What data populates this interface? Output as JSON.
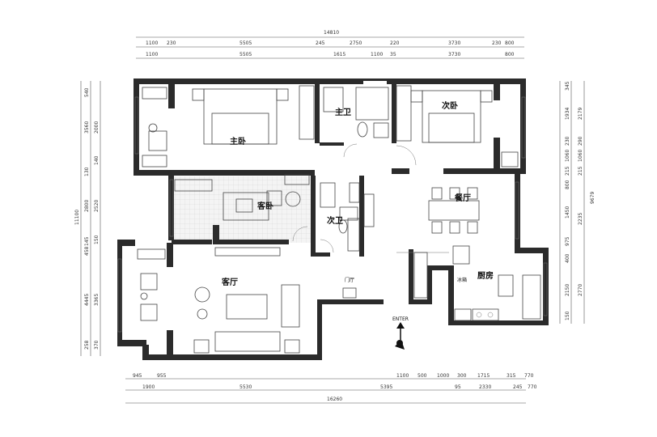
{
  "top_dims": {
    "total": "14810",
    "row1": [
      "1100",
      "230",
      "5505",
      "245",
      "2750",
      "220",
      "3730",
      "230",
      "800"
    ],
    "row2": [
      "1100",
      "5505",
      "1615",
      "1100",
      "35",
      "3730",
      "800"
    ]
  },
  "bottom_dims": {
    "row1": [
      "945",
      "955",
      "1100",
      "500",
      "1000",
      "300",
      "1715",
      "315",
      "770"
    ],
    "row2": [
      "1900",
      "5530",
      "5395",
      "95",
      "2330",
      "245",
      "770"
    ],
    "total": "16260"
  },
  "left_dims": {
    "total": "11100",
    "inner": [
      "540",
      "3560",
      "130",
      "2800",
      "145",
      "458",
      "4445",
      "258"
    ],
    "outer": [
      "2000",
      "140",
      "2520",
      "150",
      "3365",
      "370"
    ]
  },
  "right_dims": {
    "total": "9679",
    "inner": [
      "345",
      "1934",
      "230",
      "1060",
      "215",
      "800",
      "1450",
      "975",
      "400",
      "2150",
      "150"
    ],
    "outer": [
      "2179",
      "290",
      "1060",
      "215",
      "2235",
      "2770"
    ]
  },
  "rooms": {
    "master_bedroom": "主卧",
    "master_bath": "主卫",
    "second_bedroom": "次卧",
    "guest_bedroom": "客卧",
    "second_bath": "次卫",
    "dining": "餐厅",
    "living": "客厅",
    "kitchen": "厨房",
    "foyer": "门厅",
    "enter": "ENTER",
    "fridge": "冰箱"
  },
  "colors": {
    "wall": "#2b2b2b",
    "line": "#444444"
  }
}
